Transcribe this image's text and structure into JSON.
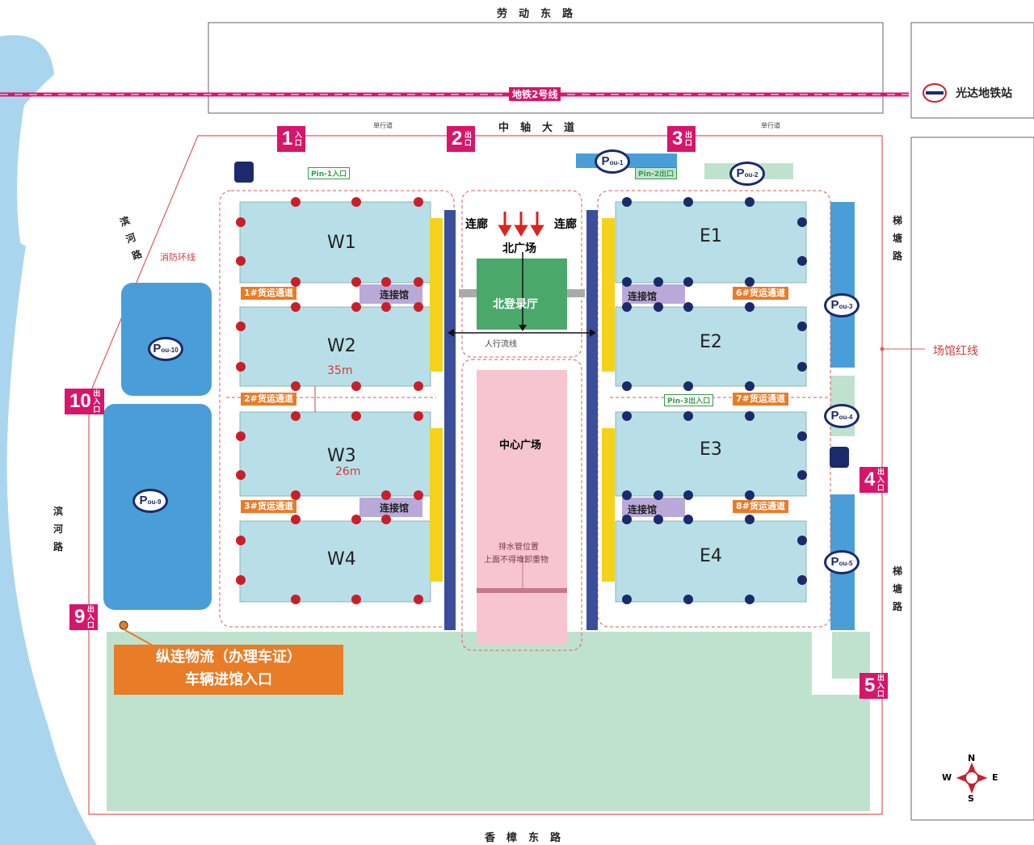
{
  "roads": {
    "north": "劳动东路",
    "south": "香樟东路",
    "axis": "中轴大道",
    "west_1": "滨河路",
    "west_2": "滨河路",
    "east_1": "梯塘路",
    "east_2": "梯塘路",
    "one_way_left": "单行道",
    "one_way_right": "单行道"
  },
  "metro": {
    "line": "地铁2号线",
    "station": "光达地铁站"
  },
  "halls": [
    "W1",
    "W2",
    "W3",
    "W4",
    "E1",
    "E2",
    "E3",
    "E4"
  ],
  "gates": [
    {
      "num": "1",
      "label": "入口"
    },
    {
      "num": "2",
      "label": "出口"
    },
    {
      "num": "3",
      "label": "出口"
    },
    {
      "num": "4",
      "label": "出入口"
    },
    {
      "num": "5",
      "label": "出入口"
    },
    {
      "num": "9",
      "label": "出入口"
    },
    {
      "num": "10",
      "label": "出入口"
    }
  ],
  "cargo_lanes": [
    "1#货运通道",
    "2#货运通道",
    "3#货运通道",
    "6#货运通道",
    "7#货运通道",
    "8#货运通道"
  ],
  "connector": "连接馆",
  "corridor": "连廊",
  "north_plaza": "北广场",
  "registration": "北登录厅",
  "pedestrian": "人行流线",
  "center_plaza": "中心广场",
  "drain_note_1": "排水管位置",
  "drain_note_2": "上面不得堆卸重物",
  "fire_ring": "消防环线",
  "red_line": "场馆红线",
  "dim_35": "35m",
  "dim_26": "26m",
  "parking": {
    "p1": "ou-1",
    "p2": "ou-2",
    "p3": "ou-3",
    "p4": "ou-4",
    "p5": "ou-5",
    "p9": "ou-9",
    "p10": "ou-10",
    "pin1": "in-1入口",
    "pin2": "in-2出口",
    "pin3": "in-3出入口"
  },
  "logistics_1": "纵连物流（办理车证）",
  "logistics_2": "车辆进馆入口",
  "compass": {
    "n": "N",
    "s": "S",
    "w": "W",
    "e": "E"
  },
  "colors": {
    "hall": "#b8dfe7",
    "green": "#bfe2cf",
    "water": "#4a9ed8",
    "gate": "#d6156b",
    "cargo": "#e87c27",
    "axis": "#3a4e9c"
  }
}
